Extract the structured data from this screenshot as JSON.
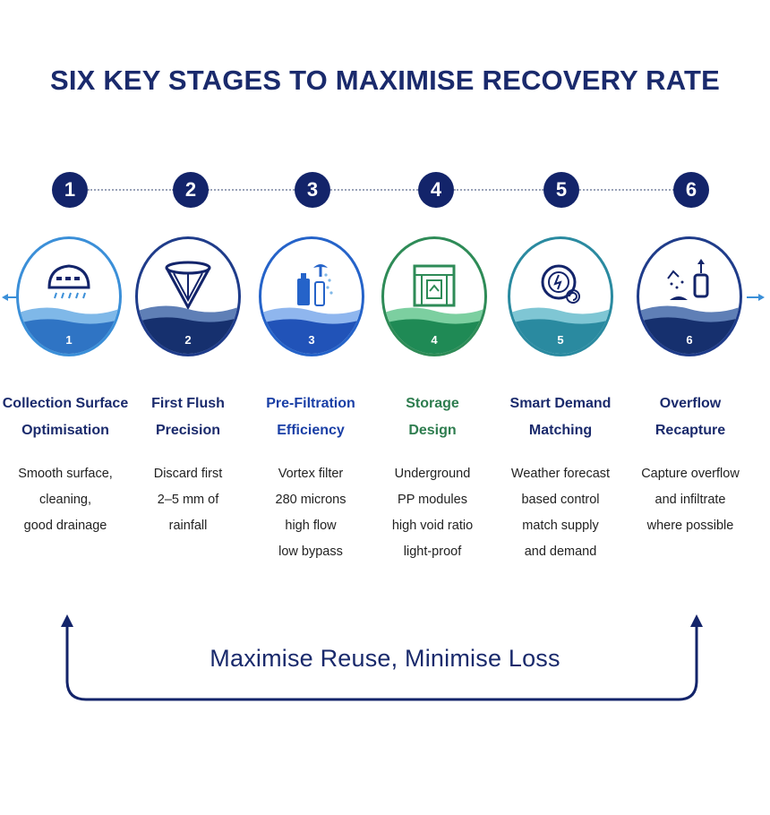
{
  "title": "SIX KEY STAGES TO MAXIMISE RECOVERY RATE",
  "tagline": "Maximise Reuse, Minimise Loss",
  "colors": {
    "navy": "#13246a",
    "blue": "#3b8fd8",
    "green": "#2e8b57",
    "teal": "#2a8aa0"
  },
  "stages": [
    {
      "number": "1",
      "badge": "1",
      "title_line1": "Collection Surface",
      "title_line2": "Optimisation",
      "desc": [
        "Smooth surface,",
        "cleaning,",
        "good drainage",
        ""
      ],
      "icon": "collection-surface-icon",
      "accent": "#3b8fd8",
      "title_color": "#1a2a6c"
    },
    {
      "number": "2",
      "badge": "2",
      "title_line1": "First Flush",
      "title_line2": "Precision",
      "desc": [
        "Discard first",
        "2–5 mm of",
        "rainfall",
        ""
      ],
      "icon": "first-flush-funnel-icon",
      "accent": "#1f3c8a",
      "title_color": "#1a2a6c"
    },
    {
      "number": "3",
      "badge": "3",
      "title_line1": "Pre-Filtration",
      "title_line2": "Efficiency",
      "desc": [
        "Vortex filter",
        "280 microns",
        "high flow",
        "low bypass"
      ],
      "icon": "vortex-filter-icon",
      "accent": "#2563c9",
      "title_color": "#1a3fa6"
    },
    {
      "number": "4",
      "badge": "4",
      "title_line1": "Storage",
      "title_line2": "Design",
      "desc": [
        "Underground",
        "PP modules",
        "high void ratio",
        "light-proof"
      ],
      "icon": "storage-module-icon",
      "accent": "#2e8b57",
      "title_color": "#2e7d4f"
    },
    {
      "number": "5",
      "badge": "5",
      "title_line1": "Smart Demand",
      "title_line2": "Matching",
      "desc": [
        "Weather forecast",
        "based control",
        "match supply",
        "and demand"
      ],
      "icon": "smart-control-icon",
      "accent": "#2a8aa0",
      "title_color": "#1a2a6c"
    },
    {
      "number": "6",
      "badge": "6",
      "title_line1": "Overflow",
      "title_line2": "Recapture",
      "desc": [
        "Capture overflow",
        "and infiltrate",
        "where possible",
        ""
      ],
      "icon": "overflow-recapture-icon",
      "accent": "#1f3c8a",
      "title_color": "#1a2a6c"
    }
  ]
}
